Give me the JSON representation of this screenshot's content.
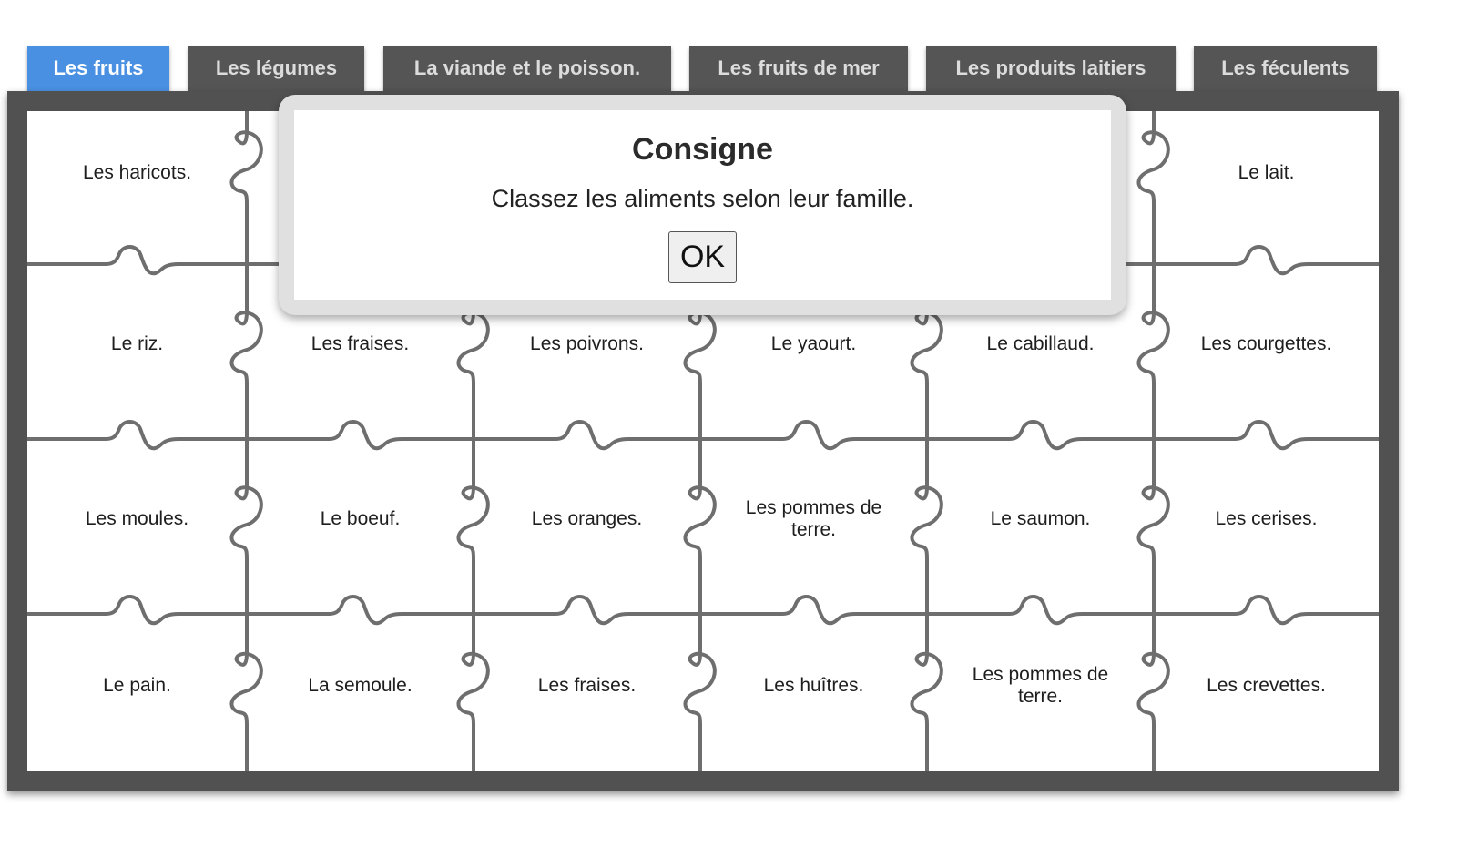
{
  "tabs": [
    {
      "label": "Les fruits",
      "active": true
    },
    {
      "label": "Les légumes",
      "active": false
    },
    {
      "label": "La viande et le poisson.",
      "active": false
    },
    {
      "label": "Les fruits de mer",
      "active": false
    },
    {
      "label": "Les produits laitiers",
      "active": false
    },
    {
      "label": "Les féculents",
      "active": false
    }
  ],
  "puzzle": {
    "rows": [
      [
        "Les haricots.",
        "",
        "",
        "",
        "",
        "Le lait."
      ],
      [
        "Le riz.",
        "Les fraises.",
        "Les poivrons.",
        "Le yaourt.",
        "Le cabillaud.",
        "Les courgettes."
      ],
      [
        "Les moules.",
        "Le boeuf.",
        "Les oranges.",
        "Les pommes de terre.",
        "Le saumon.",
        "Les cerises."
      ],
      [
        "Le pain.",
        "La semoule.",
        "Les fraises.",
        "Les huîtres.",
        "Les pommes de terre.",
        "Les crevettes."
      ]
    ]
  },
  "modal": {
    "title": "Consigne",
    "text": "Classez les aliments selon leur famille.",
    "ok_label": "OK"
  },
  "colors": {
    "active_tab": "#4a90e2",
    "tab": "#555555",
    "frame": "#515151",
    "piece_line": "#6e6e6e"
  }
}
